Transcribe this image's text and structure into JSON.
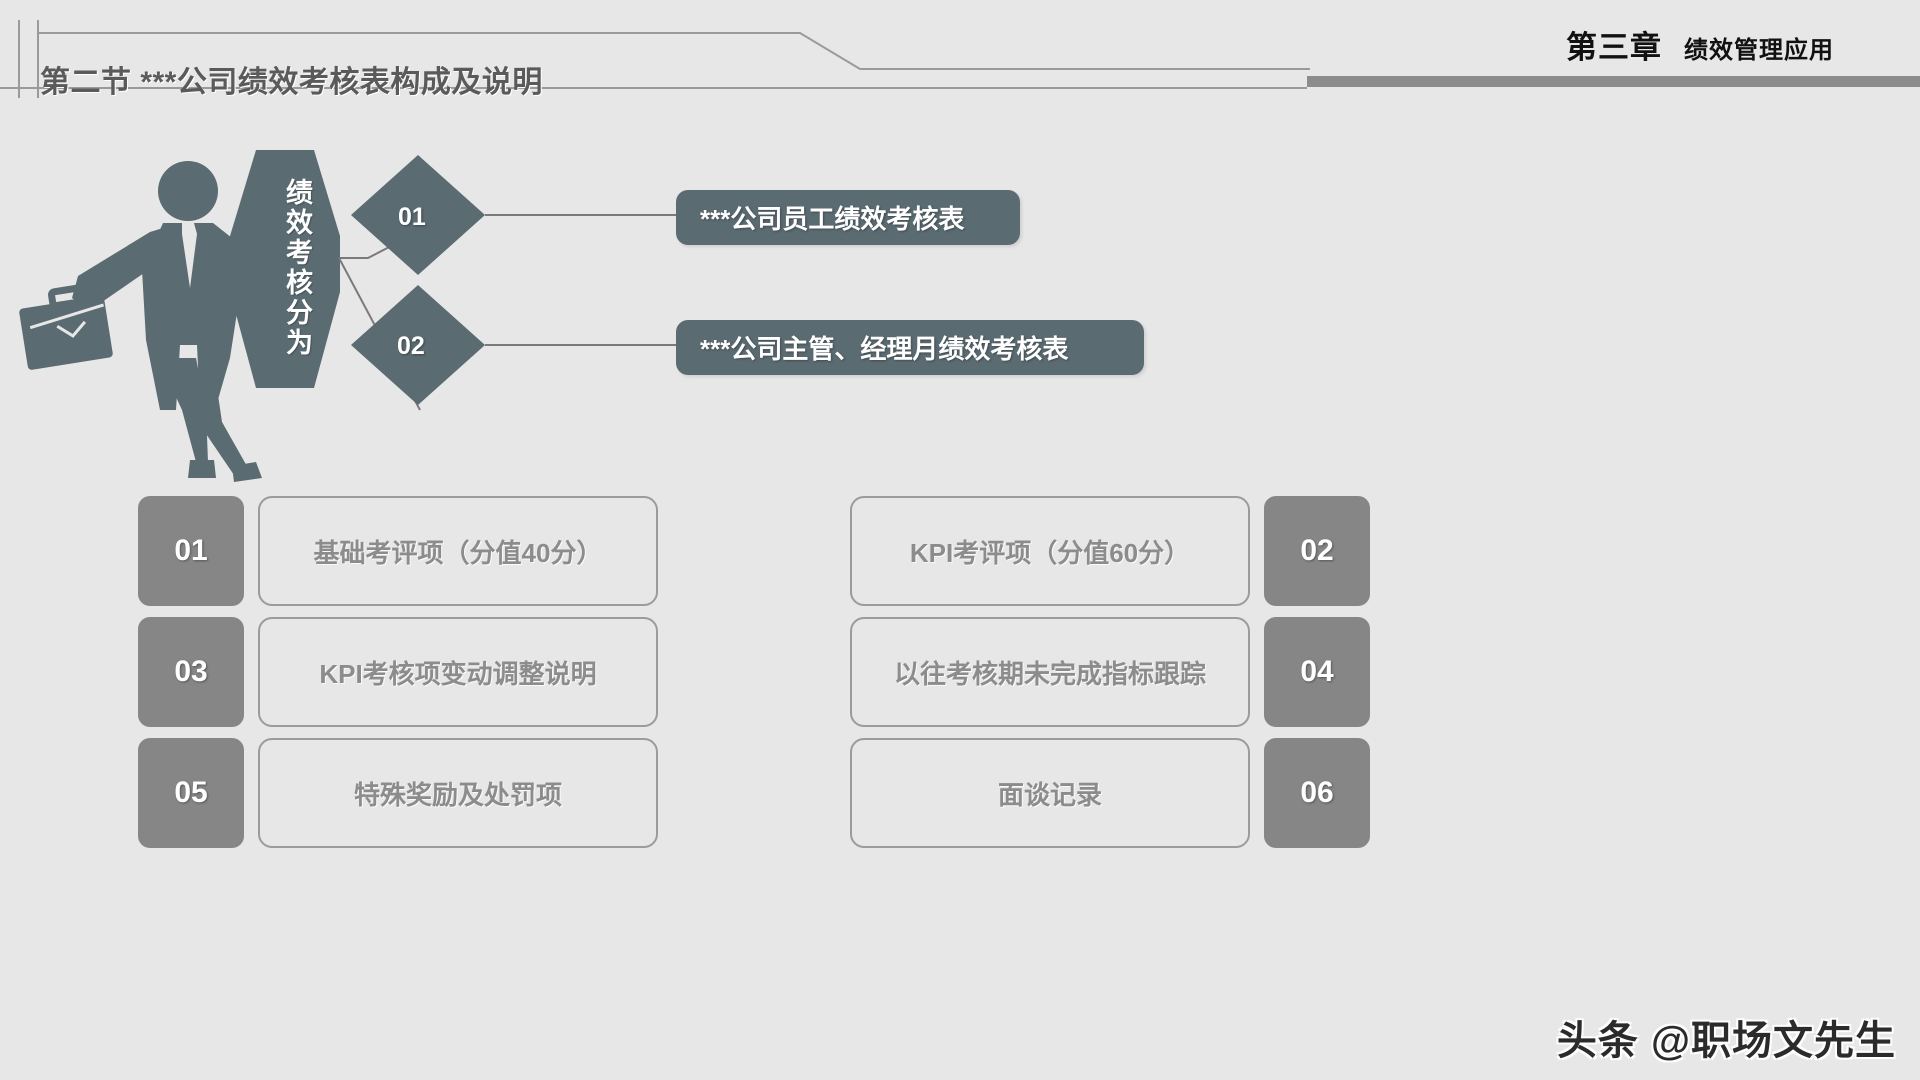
{
  "theme": {
    "background": "#e7e7e7",
    "slate": "#5b6b72",
    "gray_badge": "#868686",
    "gray_line": "#9b9b9b",
    "gray_text": "#8c8c8c",
    "header_bar": "#8c8c8c",
    "title_text": "#5a5a5a",
    "chapter_text": "#111111"
  },
  "header": {
    "section_title": "第二节  ***公司绩效考核表构成及说明",
    "chapter_label": "第三章",
    "chapter_title": "绩效管理应用"
  },
  "diagram": {
    "hex_caption": "绩效考核分为",
    "branches": [
      {
        "number": "01",
        "label": "***公司员工绩效考核表"
      },
      {
        "number": "02",
        "label": "***公司主管、经理月绩效考核表"
      }
    ]
  },
  "grid": {
    "left_items": [
      {
        "number": "01",
        "label": "基础考评项（分值40分）"
      },
      {
        "number": "03",
        "label": "KPI考核项变动调整说明"
      },
      {
        "number": "05",
        "label": "特殊奖励及处罚项"
      }
    ],
    "right_items": [
      {
        "number": "02",
        "label": "KPI考评项（分值60分）"
      },
      {
        "number": "04",
        "label": "以往考核期未完成指标跟踪"
      },
      {
        "number": "06",
        "label": "面谈记录"
      }
    ]
  },
  "watermark": {
    "text": "头条 @职场文先生"
  }
}
